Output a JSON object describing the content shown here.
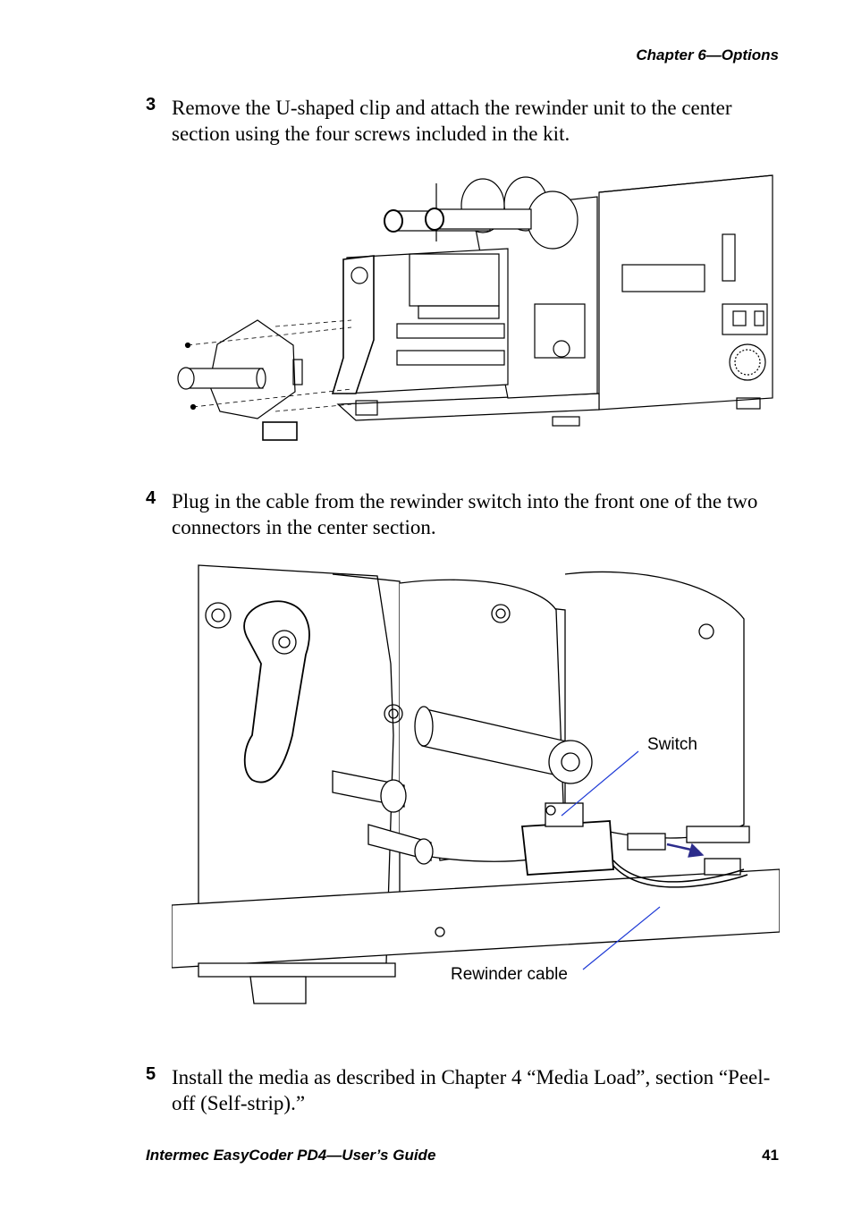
{
  "header": {
    "chapter": "Chapter 6—Options"
  },
  "steps": [
    {
      "number": "3",
      "text": "Remove the U-shaped clip and attach the rewinder unit to the center section using the four screws included in the kit."
    },
    {
      "number": "4",
      "text": "Plug in the cable from the rewinder switch into the front one of the two connectors in the center section."
    },
    {
      "number": "5",
      "text": "Install the media as described in Chapter 4 “Media Load”, section “Peel-off (Self-strip).”"
    }
  ],
  "figure2": {
    "callout_switch": "Switch",
    "callout_cable": "Rewinder cable"
  },
  "footer": {
    "title": "Intermec EasyCoder PD4—User’s Guide",
    "page": "41"
  }
}
